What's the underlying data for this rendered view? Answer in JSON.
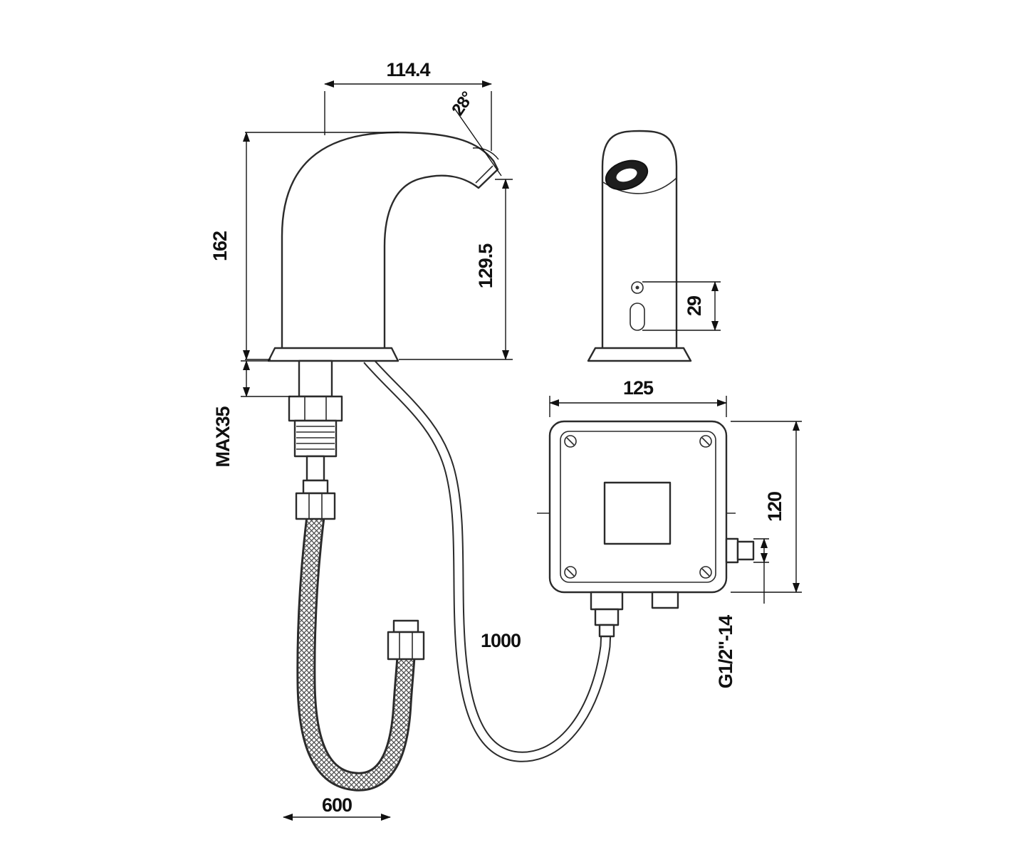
{
  "drawing": {
    "labels": {
      "top_width": "114.4",
      "spout_angle": "28°",
      "overall_height": "162",
      "spout_height": "129.5",
      "deck_max": "MAX35",
      "sensor_offset": "29",
      "box_width": "125",
      "box_height": "120",
      "thread": "G1/2\"-14",
      "hose_supply": "1000",
      "hose_braided": "600"
    }
  }
}
